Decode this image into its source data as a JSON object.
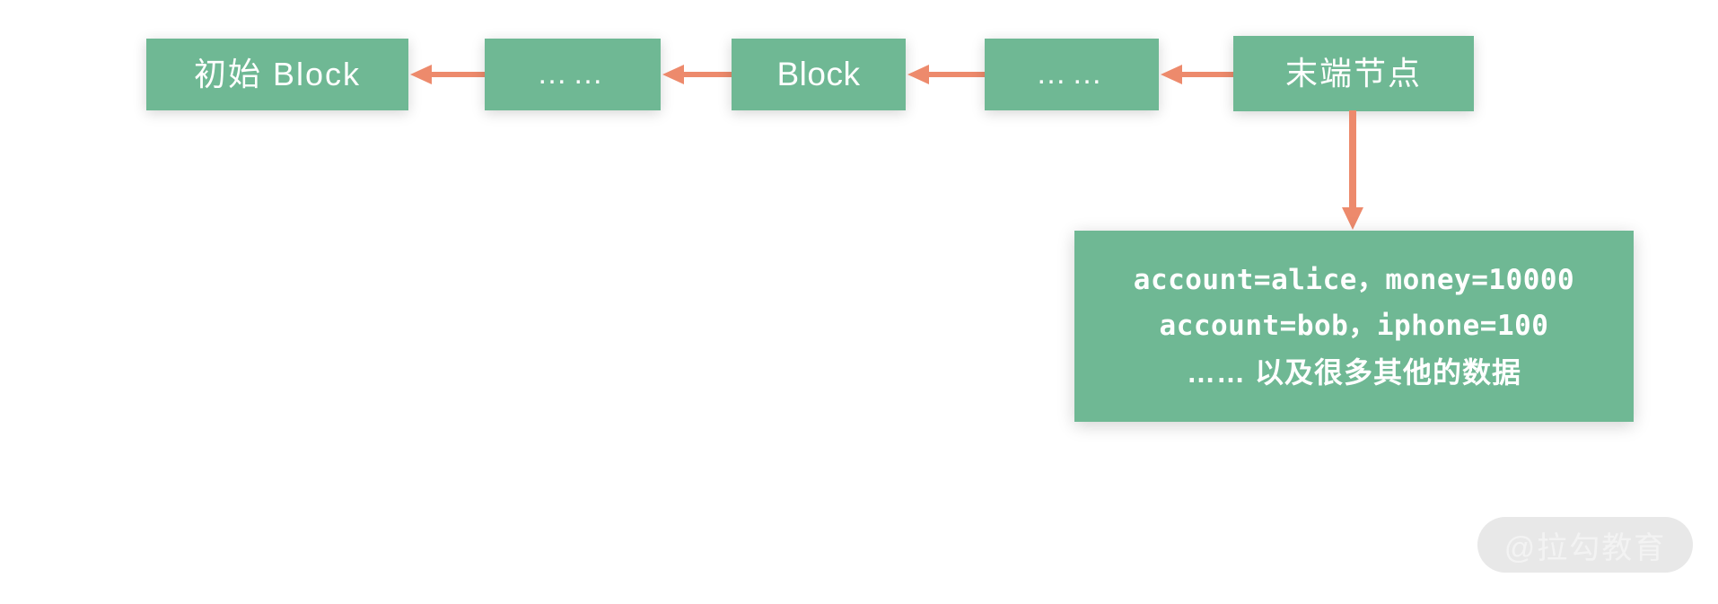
{
  "diagram": {
    "title": "blockchain-linked-block-diagram",
    "colors": {
      "node_fill": "#6FB894",
      "arrow": "#ED8A6C",
      "node_text": "#FFFFFF",
      "background": "#FFFFFF",
      "watermark_pill": "#E8E8E8",
      "watermark_text": "#F3F3F3"
    },
    "chain": [
      {
        "id": "genesis-block",
        "label": "初始 Block"
      },
      {
        "id": "ellipsis-left",
        "label": "……"
      },
      {
        "id": "middle-block",
        "label": "Block"
      },
      {
        "id": "ellipsis-right",
        "label": "……"
      },
      {
        "id": "tail-node",
        "label": "末端节点"
      }
    ],
    "arrows": [
      {
        "id": "arrow-ellipsis-left-to-genesis",
        "direction": "left"
      },
      {
        "id": "arrow-middle-to-ellipsis-left",
        "direction": "left"
      },
      {
        "id": "arrow-ellipsis-right-to-middle",
        "direction": "left"
      },
      {
        "id": "arrow-tail-to-ellipsis-right",
        "direction": "left"
      },
      {
        "id": "arrow-tail-to-data",
        "direction": "down"
      }
    ],
    "data_box": {
      "id": "tail-node-data",
      "lines": [
        "account=alice，money=10000",
        "account=bob，iphone=100",
        "…… 以及很多其他的数据"
      ]
    },
    "watermark": {
      "text": "@拉勾教育"
    }
  }
}
